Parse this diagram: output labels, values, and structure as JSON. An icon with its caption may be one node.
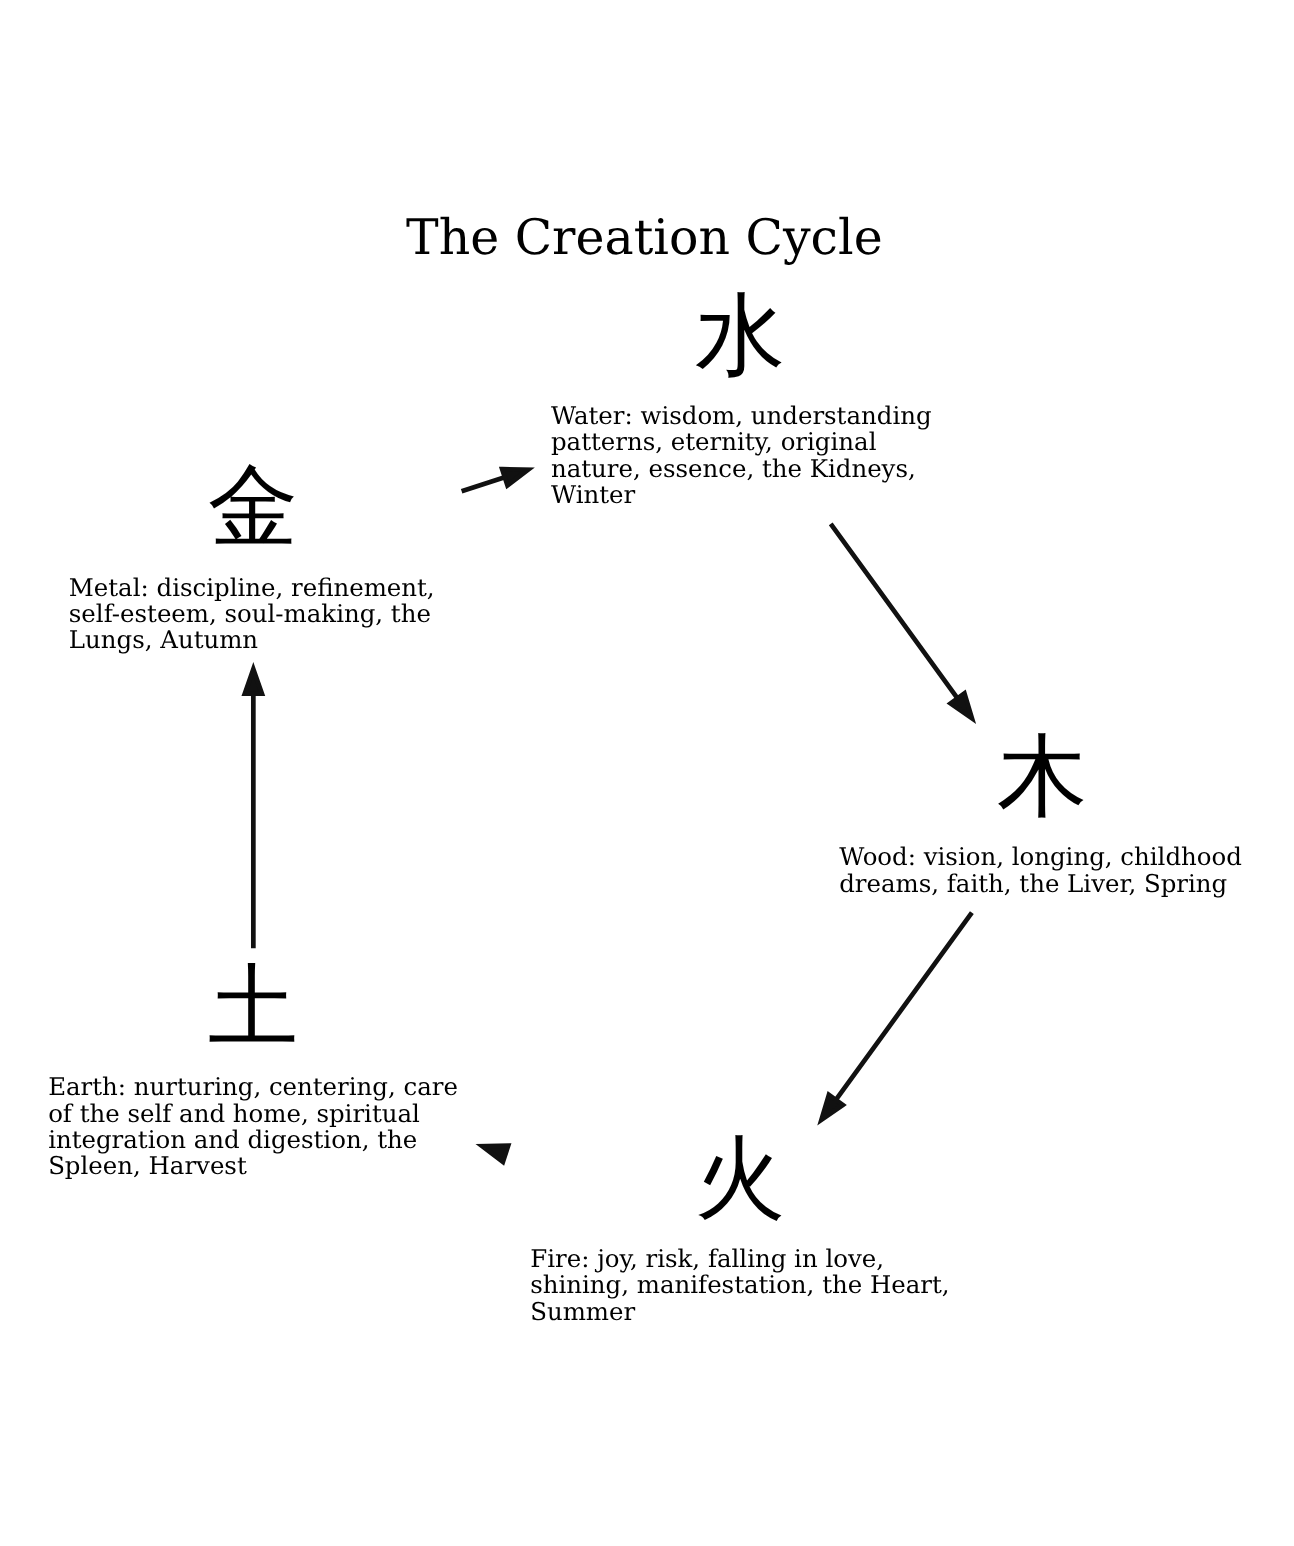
{
  "diagram": {
    "title": "The Creation Cycle",
    "nodes": [
      {
        "text": [
          "火"
        ],
        "beside": [
          "Fire: joy, risk, falling in love, shining, manifestation, the Heart, Summer"
        ]
      },
      {
        "text": [
          "木"
        ],
        "beside": [
          "Wood: vision, longing, childhood dreams, faith, the Liver, Spring"
        ]
      },
      {
        "text": [
          "土"
        ],
        "beside": [
          "Earth: nurturing, centering, care of the self and home, spiritual integration and digestion, the Spleen, Harvest"
        ]
      },
      {
        "text": [
          "水"
        ],
        "beside": [
          "Water: wisdom, understanding patterns, eternity, original nature, essence, the Kidneys, Winter"
        ]
      },
      {
        "text": [
          "金"
        ],
        "beside": [
          "Metal: discipline, refinement, self-esteem, soul-making, the Lungs, Autumn"
        ]
      }
    ],
    "edges": [
      {
        "from": 1,
        "to": 0,
        "arrow": "to"
      },
      {
        "from": 0,
        "to": 2,
        "arrow": "to"
      },
      {
        "from": 2,
        "to": 4,
        "arrow": "to"
      },
      {
        "from": 4,
        "to": 3,
        "arrow": "to"
      },
      {
        "from": 3,
        "to": 1,
        "arrow": "to"
      }
    ]
  }
}
